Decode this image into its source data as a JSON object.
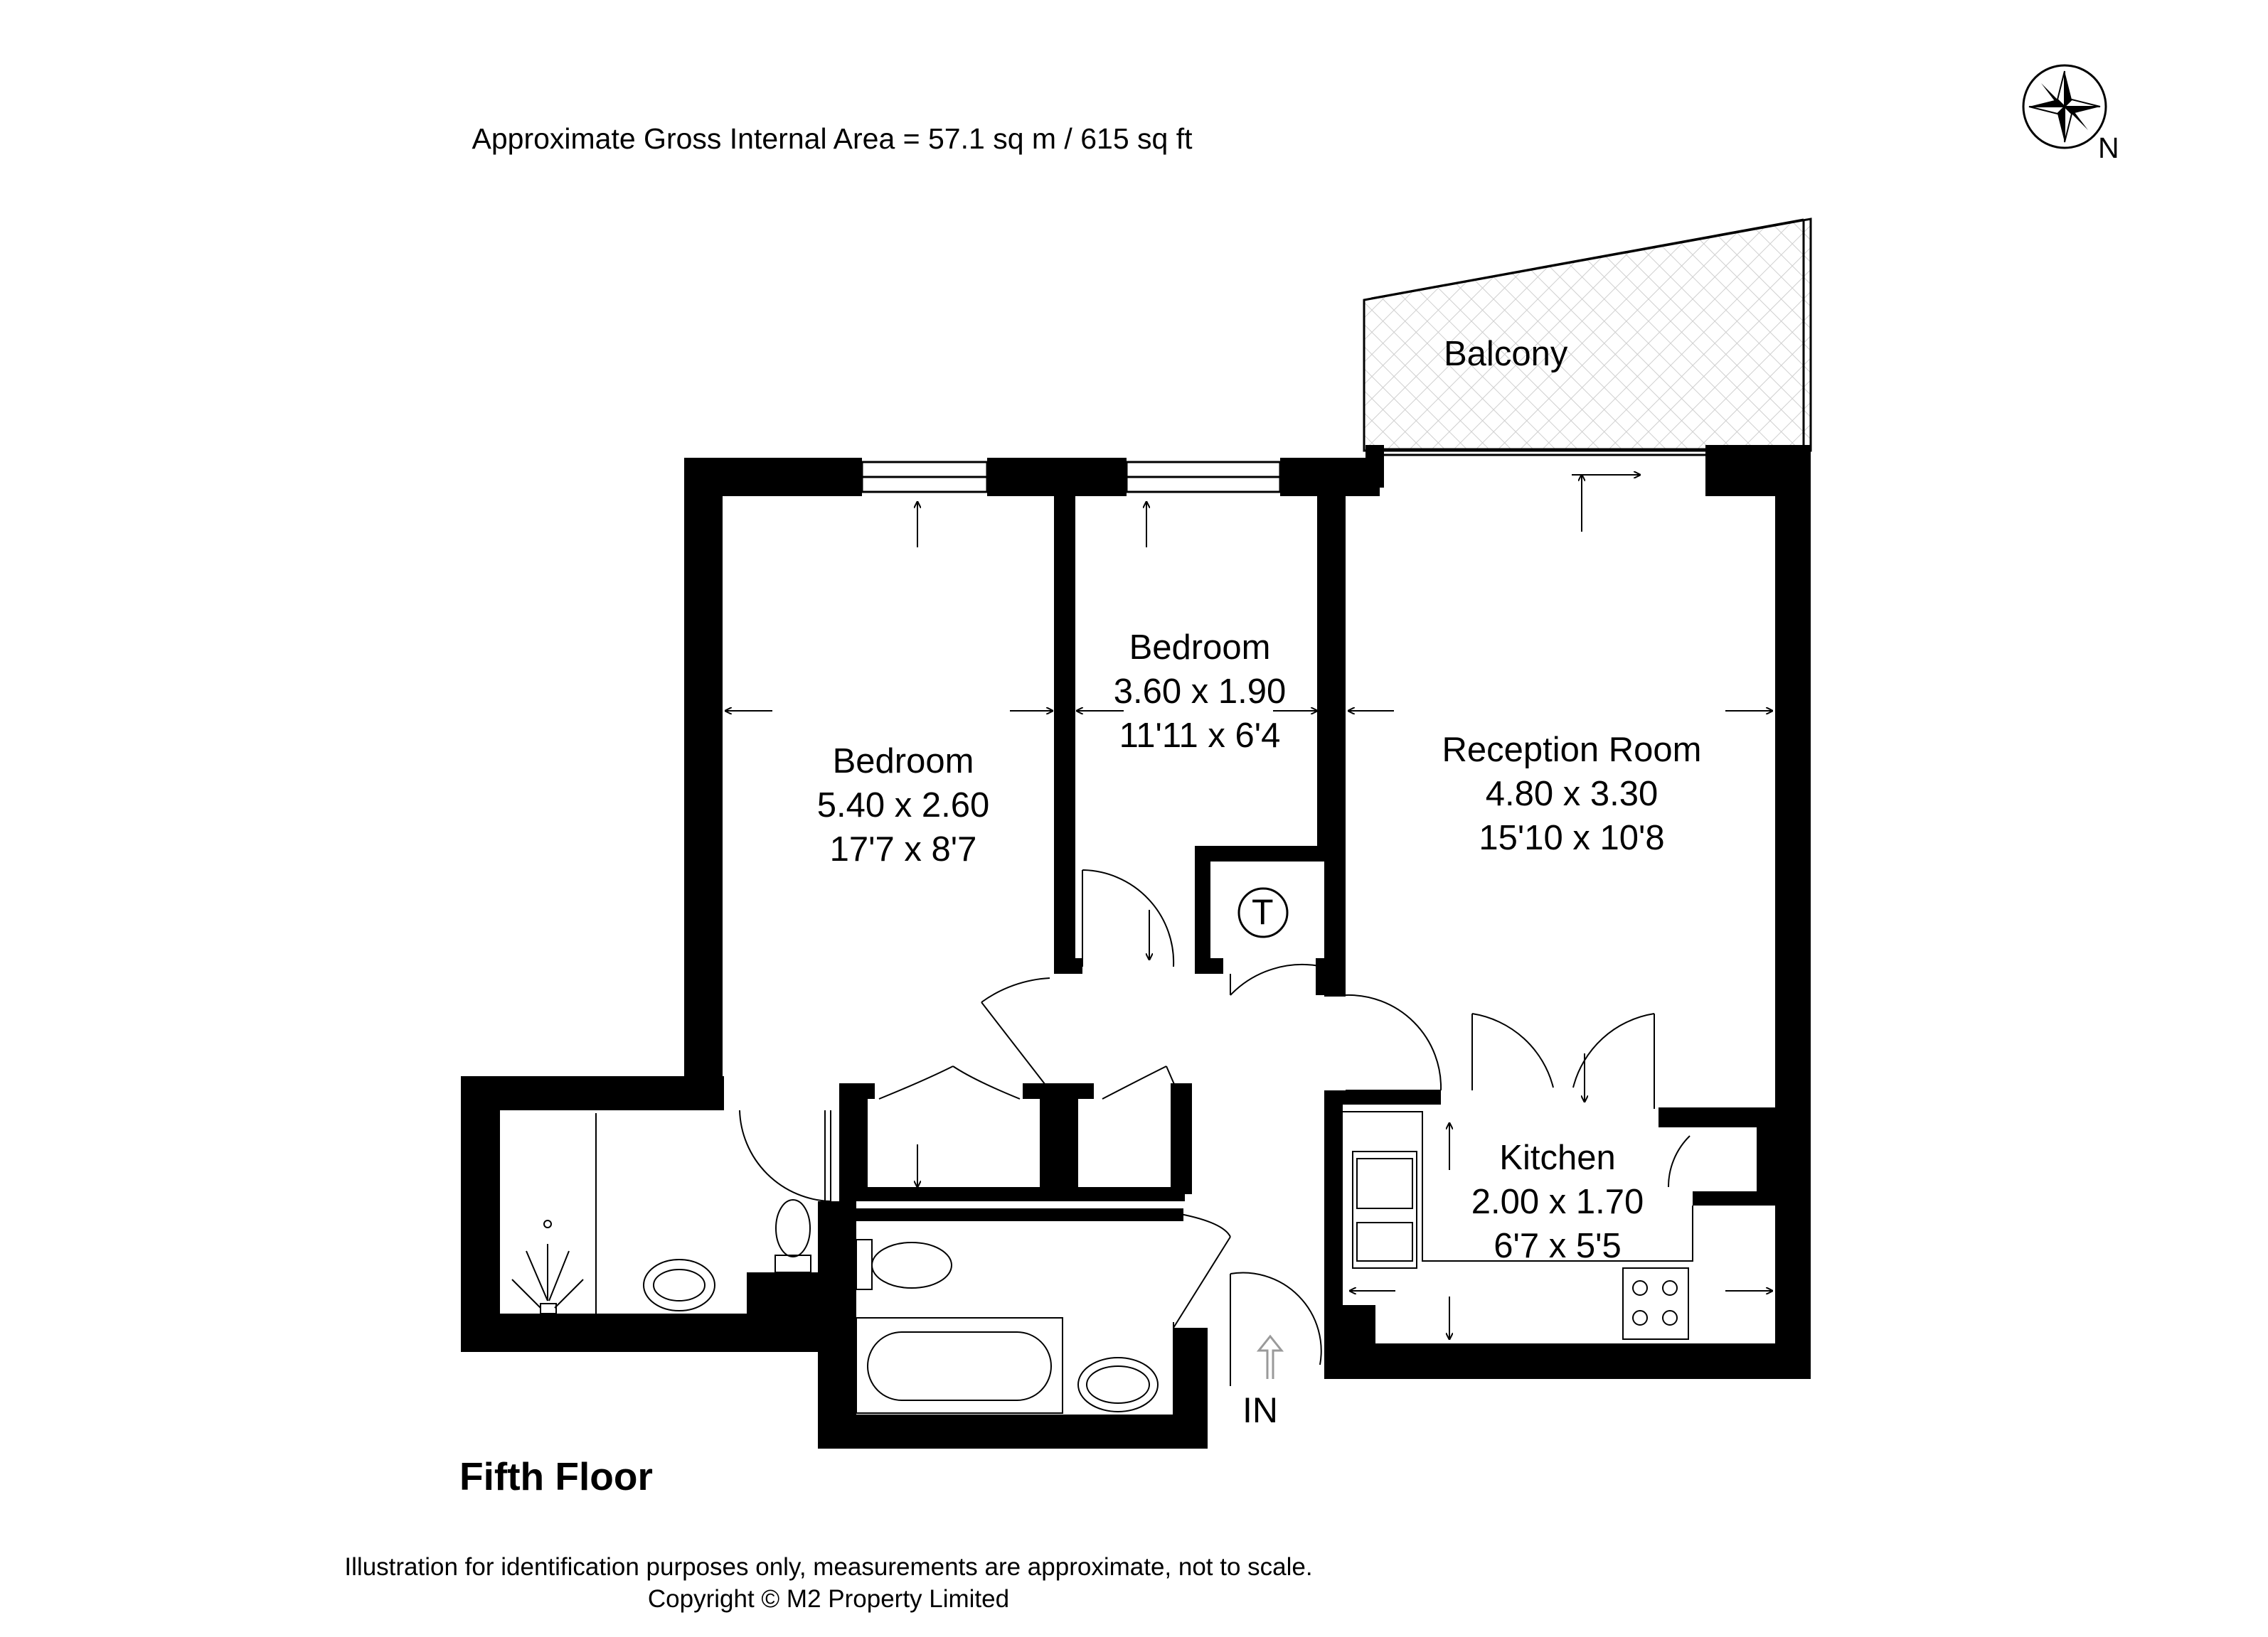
{
  "header": {
    "area_text": "Approximate Gross Internal Area = 57.1 sq m / 615 sq ft"
  },
  "compass": {
    "north_label": "N"
  },
  "rooms": {
    "bedroom_1": {
      "name": "Bedroom",
      "metric": "5.40 x 2.60",
      "imperial": "17'7 x 8'7"
    },
    "bedroom_2": {
      "name": "Bedroom",
      "metric": "3.60 x 1.90",
      "imperial": "11'11 x 6'4"
    },
    "reception": {
      "name": "Reception Room",
      "metric": "4.80 x 3.30",
      "imperial": "15'10 x 10'8"
    },
    "kitchen": {
      "name": "Kitchen",
      "metric": "2.00 x 1.70",
      "imperial": "6'7 x 5'5"
    },
    "balcony": {
      "name": "Balcony"
    }
  },
  "symbols": {
    "cupboard_mark": "T",
    "entrance": "IN"
  },
  "floor_label": "Fifth Floor",
  "footer": {
    "disclaimer": "Illustration for identification purposes only, measurements are approximate, not to scale.",
    "copyright": "Copyright © M2 Property Limited"
  },
  "colors": {
    "wall": "#000000",
    "balcony_hatch": "#cfcfcf",
    "background": "#ffffff"
  }
}
